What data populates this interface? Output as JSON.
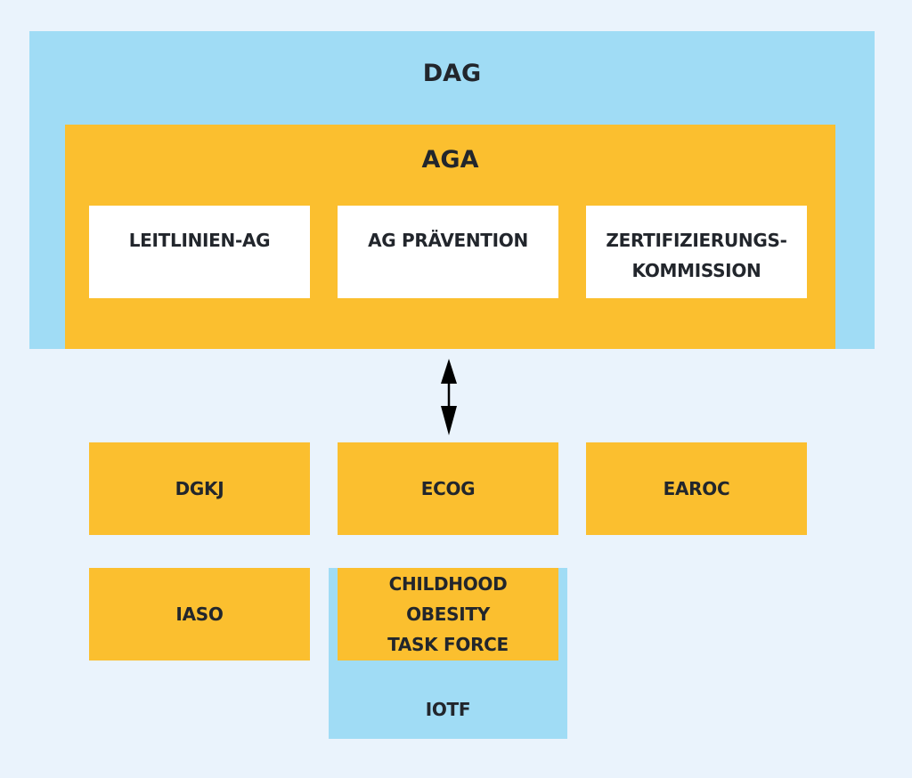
{
  "dag": {
    "label": "DAG"
  },
  "aga": {
    "label": "AGA",
    "groups": [
      "LEITLINIEN-AG",
      "AG PRÄVENTION",
      "ZERTIFIZIERUNGS-\nKOMMISSION"
    ]
  },
  "partners": {
    "dgkj": "DGKJ",
    "ecog": "ECOG",
    "earoc": "EAROC",
    "iaso": "IASO",
    "cotf": "CHILDHOOD\nOBESITY\nTASK FORCE",
    "iotf": "IOTF"
  },
  "colors": {
    "background": "#eaf3fc",
    "blue": "#a0dcf5",
    "orange": "#fbbf2f",
    "white": "#ffffff"
  }
}
